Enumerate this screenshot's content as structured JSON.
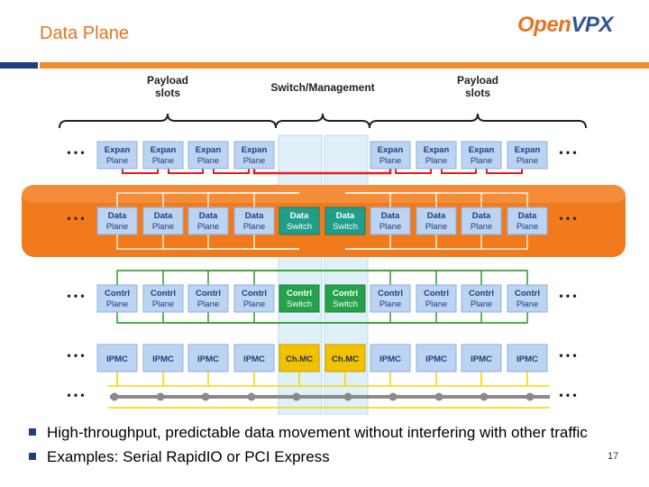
{
  "header": {
    "title": "Data Plane",
    "logo_open": "Open",
    "logo_vpx": "VPX"
  },
  "diagram": {
    "top_labels": {
      "payload_left": [
        "Payload",
        "slots"
      ],
      "switch_management": "Switch/Management",
      "payload_right": [
        "Payload",
        "slots"
      ]
    },
    "ellipsis": "• • •",
    "rows": [
      {
        "key": "expan",
        "cells": [
          [
            "Expan",
            "Plane"
          ],
          [
            "Expan",
            "Plane"
          ],
          [
            "Expan",
            "Plane"
          ],
          [
            "Expan",
            "Plane"
          ],
          null,
          null,
          [
            "Expan",
            "Plane"
          ],
          [
            "Expan",
            "Plane"
          ],
          [
            "Expan",
            "Plane"
          ],
          [
            "Expan",
            "Plane"
          ]
        ]
      },
      {
        "key": "data",
        "cells": [
          [
            "Data",
            "Plane"
          ],
          [
            "Data",
            "Plane"
          ],
          [
            "Data",
            "Plane"
          ],
          [
            "Data",
            "Plane"
          ],
          [
            "Data",
            "Switch"
          ],
          [
            "Data",
            "Switch"
          ],
          [
            "Data",
            "Plane"
          ],
          [
            "Data",
            "Plane"
          ],
          [
            "Data",
            "Plane"
          ],
          [
            "Data",
            "Plane"
          ]
        ]
      },
      {
        "key": "ctrl",
        "cells": [
          [
            "Contrl",
            "Plane"
          ],
          [
            "Contrl",
            "Plane"
          ],
          [
            "Contrl",
            "Plane"
          ],
          [
            "Contrl",
            "Plane"
          ],
          [
            "Contrl",
            "Switch"
          ],
          [
            "Contrl",
            "Switch"
          ],
          [
            "Contrl",
            "Plane"
          ],
          [
            "Contrl",
            "Plane"
          ],
          [
            "Contrl",
            "Plane"
          ],
          [
            "Contrl",
            "Plane"
          ]
        ]
      },
      {
        "key": "ipmc",
        "cells": [
          [
            "IPMC"
          ],
          [
            "IPMC"
          ],
          [
            "IPMC"
          ],
          [
            "IPMC"
          ],
          [
            "Ch.MC"
          ],
          [
            "Ch.MC"
          ],
          [
            "IPMC"
          ],
          [
            "IPMC"
          ],
          [
            "IPMC"
          ],
          [
            "IPMC"
          ]
        ]
      }
    ],
    "colors": {
      "plane_box": "#bcd3f2",
      "plane_border": "#8eb0dc",
      "plane_text": "#1f3f7a",
      "switch_box": "#1f9e8a",
      "chmc_box": "#f2c200",
      "band": "#f07a1c",
      "red_line": "#e02020",
      "green_line": "#3aa335",
      "yellow_line": "#f2d800",
      "bus_gray": "#8a8a8a"
    }
  },
  "bullets": [
    "High-throughput, predictable data movement without interfering with other traffic",
    "Examples: Serial RapidIO or PCI Express"
  ],
  "page_number": "17"
}
